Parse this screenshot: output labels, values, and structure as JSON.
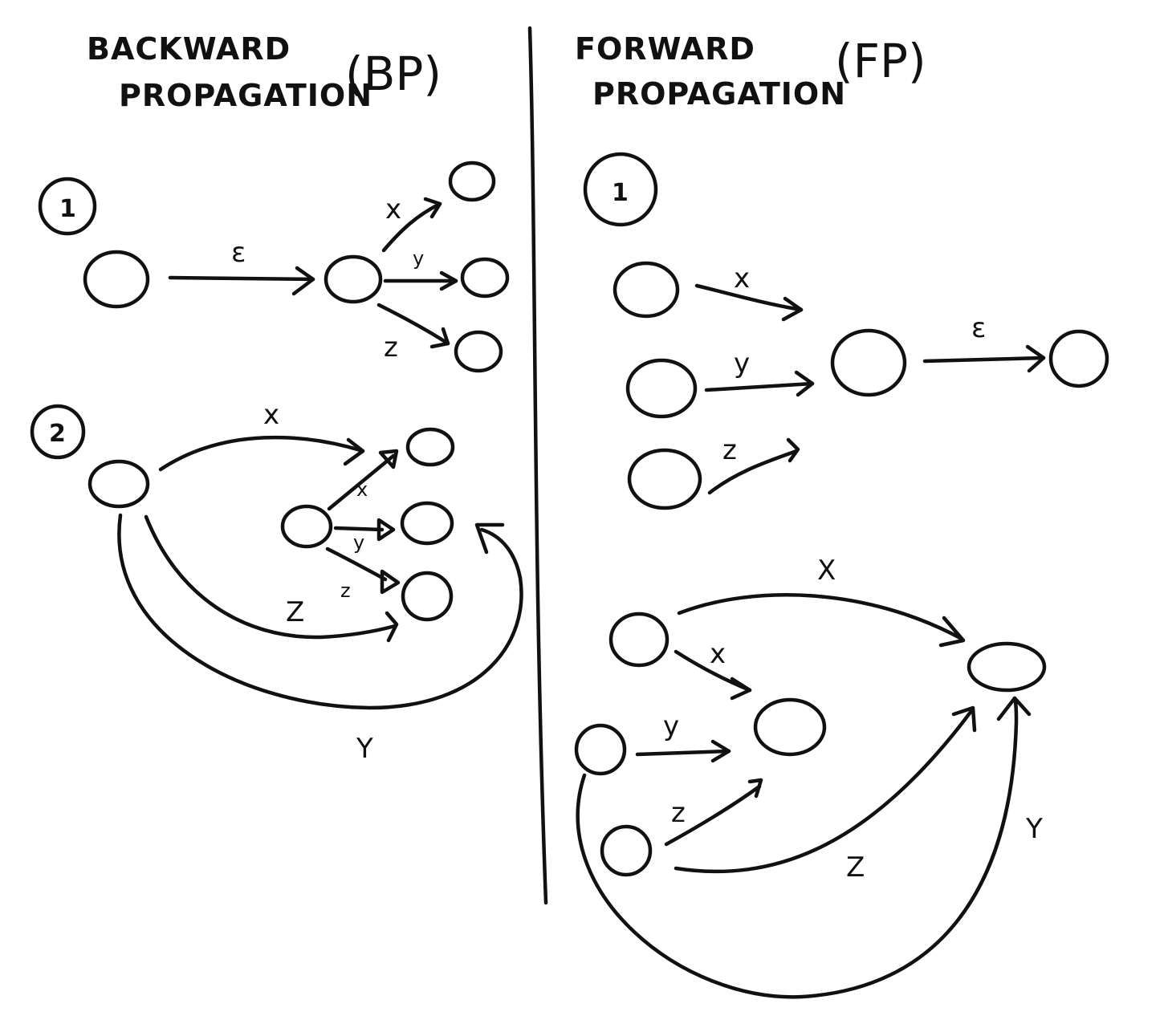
{
  "backward": {
    "title_line1": "BACKWARD",
    "title_line2": "PROPAGATION",
    "abbr": "(BP)",
    "step1": "1",
    "step2": "2",
    "eps": "ε",
    "x": "x",
    "y": "y",
    "z": "z",
    "Y": "Y",
    "Z": "Z"
  },
  "forward": {
    "title_line1": "FORWARD",
    "title_line2": "PROPAGATION",
    "abbr": "(FP)",
    "step1": "1",
    "eps": "ε",
    "x": "x",
    "y": "y",
    "z": "z",
    "X": "X",
    "Y": "Y",
    "Z": "Z"
  },
  "colors": {
    "ink": "#111111",
    "paper": "#ffffff"
  }
}
